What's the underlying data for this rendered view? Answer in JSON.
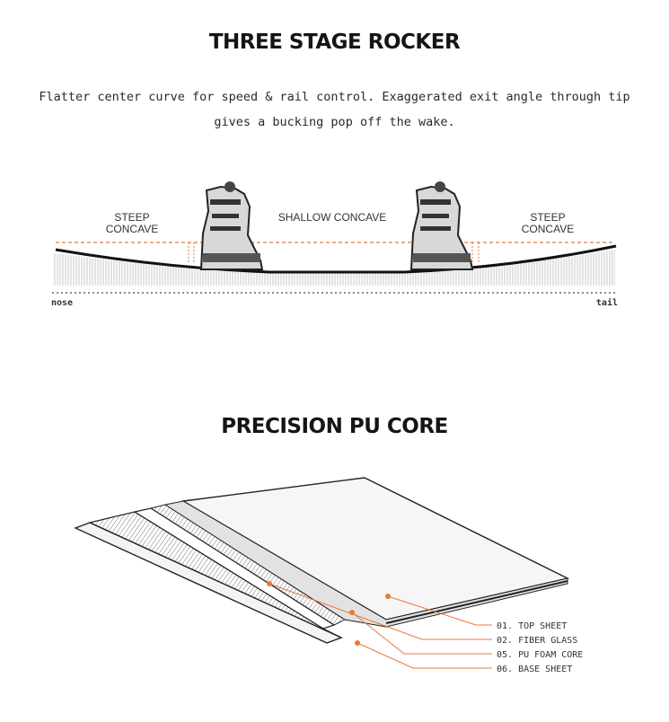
{
  "rocker_section": {
    "title": "THREE STAGE ROCKER",
    "description": "Flatter center curve for speed & rail control. Exaggerated exit angle through tip gives a bucking pop off the wake.",
    "labels": {
      "steep_left_line1": "STEEP",
      "steep_left_line2": "CONCAVE",
      "shallow": "SHALLOW CONCAVE",
      "steep_right_line1": "STEEP",
      "steep_right_line2": "CONCAVE",
      "nose": "nose",
      "tail": "tail"
    },
    "accent_color": "#e8793a"
  },
  "core_section": {
    "title": "PRECISION PU CORE",
    "layers": [
      "01. TOP SHEET",
      "02. FIBER GLASS",
      "05. PU FOAM CORE",
      "06. BASE SHEET"
    ],
    "accent_color": "#e8793a"
  }
}
